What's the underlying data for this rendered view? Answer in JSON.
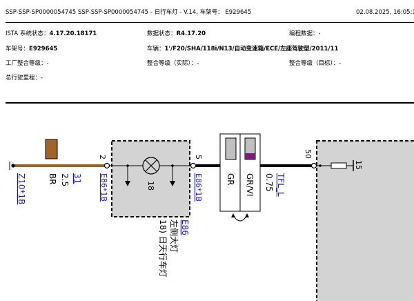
{
  "header": {
    "title": "SSP-SSP-SP0000054745  SSP-SSP-SP0000054745  - 日行车灯 - V.14, 车架号： E929645",
    "date": "02.08.2025,  16:05:1"
  },
  "info": {
    "ista_label": "ISTA 系统状态：",
    "ista_value": "4.17.20.18171",
    "data_label": "数据状态：",
    "data_value": "R4.17.20",
    "prog_label": "编程数据：-",
    "vin_label": "车架号：",
    "vin_value": "E929645",
    "vehicle_label": "车辆：",
    "vehicle_value": "1'/F20/SHA/118i/N13/自动变速箱/ECE/左座驾驶型/2011/11",
    "factory_level": "工厂整合等级：-",
    "actual_level": "整合等级（实际）：-",
    "target_level": "整合等级（目标）：-",
    "mileage": "总行驶里程：-"
  },
  "diagram": {
    "ground_ref": "Z10*1B",
    "wire1_num": "31",
    "wire1_size": "2.5",
    "wire1_color": "BR",
    "pin_left": "2",
    "pin_right": "5",
    "pin_50": "50",
    "conn_left": "E86*1B",
    "conn_right": "E86*1B",
    "lamp_pin": "18",
    "wire2_color_a": "GR",
    "wire2_color_b": "GR/VI",
    "wire2_size": "0.75",
    "wire2_signal": "TFL_L",
    "resistor_pin": "15",
    "component_code": "E86",
    "component_line2": "左侧大灯",
    "component_line3": "18) 日天行车灯",
    "brown_wire_color": "#a0642a",
    "violet_color": "#7a1a7a"
  }
}
